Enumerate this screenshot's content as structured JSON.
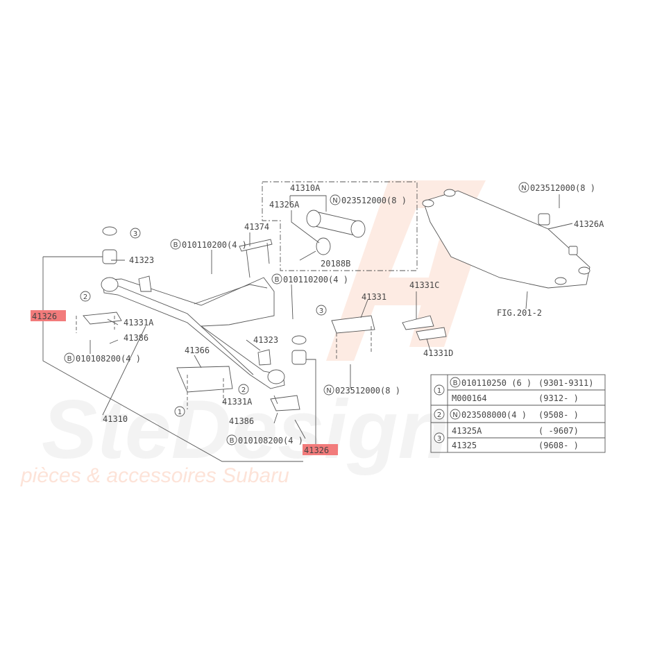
{
  "watermark": {
    "brand": "SteDesign",
    "tagline": "pièces & accessoires Subaru",
    "colors": {
      "logo": "#fbd8c8",
      "text": "#eeeeee"
    }
  },
  "labels": {
    "p41310A": "41310A",
    "p41326A_top": "41326A",
    "nut_top": "023512000(8 )",
    "p41374": "41374",
    "bolt_left": "010110200(4 )",
    "p20188B": "20188B",
    "bolt_mid": "010110200(4 )",
    "p41323_left": "41323",
    "p41331C": "41331C",
    "p41331": "41331",
    "p41331A_left": "41331A",
    "p41386_left": "41386",
    "bolt_lower_left": "010108200(4 )",
    "p41366": "41366",
    "p41323_mid": "41323",
    "p41331D": "41331D",
    "p41331A_mid": "41331A",
    "p41386_mid": "41386",
    "bolt_lower_mid": "010108200(4 )",
    "p41310": "41310",
    "p41326_left": "41326",
    "p41326_right": "41326",
    "nut_mid": "023512000(8 )",
    "nut_right": "023512000(8 )",
    "p41326A_right": "41326A",
    "fig_ref": "FIG.201-2"
  },
  "callouts": {
    "one": "1",
    "two": "2",
    "three": "3",
    "bolt": "B",
    "nut": "N"
  },
  "highlight_color": "#f27b7b",
  "table": {
    "rows": [
      {
        "ref": "1",
        "prefix": "B",
        "part": "010110250 (6 )",
        "range": "(9301-9311)"
      },
      {
        "ref": "",
        "prefix": "",
        "part": "M000164",
        "range": "(9312-    )"
      },
      {
        "ref": "2",
        "prefix": "N",
        "part": "023508000(4 )",
        "range": "(9508-    )"
      },
      {
        "ref": "3",
        "prefix": "",
        "part": "41325A",
        "range": "(    -9607)"
      },
      {
        "ref": "",
        "prefix": "",
        "part": "41325",
        "range": "(9608-    )"
      }
    ]
  }
}
